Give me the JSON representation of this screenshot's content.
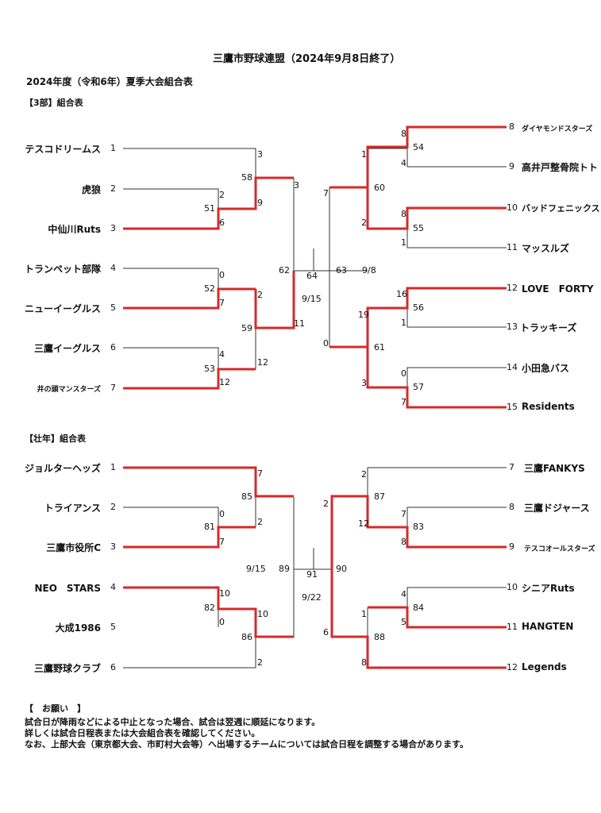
{
  "header": {
    "title": "三鷹市野球連盟（2024年9月8日終了）",
    "subtitle": "2024年度（令和6年）夏季大会組合表"
  },
  "div3": {
    "label": "【3部】組合表",
    "left_teams": [
      {
        "seed": "1",
        "name": "テスコドリームス"
      },
      {
        "seed": "2",
        "name": "虎狼"
      },
      {
        "seed": "3",
        "name": "中仙川Ruts"
      },
      {
        "seed": "4",
        "name": "トランペット部隊"
      },
      {
        "seed": "5",
        "name": "ニューイーグルス"
      },
      {
        "seed": "6",
        "name": "三鷹イーグルス"
      },
      {
        "seed": "7",
        "name": "井の頭マンスターズ"
      }
    ],
    "right_teams": [
      {
        "seed": "8",
        "name": "ダイヤモンドスターズ"
      },
      {
        "seed": "9",
        "name": "高井戸整骨院トト"
      },
      {
        "seed": "10",
        "name": "バッドフェニックス"
      },
      {
        "seed": "11",
        "name": "マッスルズ"
      },
      {
        "seed": "12",
        "name": "LOVE　FORTY"
      },
      {
        "seed": "13",
        "name": "トラッキーズ"
      },
      {
        "seed": "14",
        "name": "小田急バス"
      },
      {
        "seed": "15",
        "name": "Residents"
      }
    ],
    "games": {
      "g51": "51",
      "g52": "52",
      "g53": "53",
      "g54": "54",
      "g55": "55",
      "g56": "56",
      "g57": "57",
      "g58": "58",
      "g59": "59",
      "g60": "60",
      "g61": "61",
      "g62": "62",
      "g63": "63",
      "g64": "64"
    },
    "scores": {
      "s51a": "2",
      "s51b": "6",
      "s52a": "0",
      "s52b": "7",
      "s53a": "4",
      "s53b": "12",
      "s58a": "3",
      "s58b": "9",
      "s59a": "2",
      "s59b": "12",
      "s62a": "3",
      "s62b": "11",
      "s54a": "8",
      "s54b": "4",
      "s55a": "8",
      "s55b": "1",
      "s56a": "16",
      "s56b": "1",
      "s57a": "0",
      "s57b": "7",
      "s60a": "1",
      "s60b": "2",
      "s61a": "19",
      "s61b": "3",
      "s63a": "7",
      "s63b": "0"
    },
    "dates": {
      "d1": "9/15",
      "d2": "9/8"
    }
  },
  "senior": {
    "label": "【壮年】組合表",
    "left_teams": [
      {
        "seed": "1",
        "name": "ジョルターヘッズ"
      },
      {
        "seed": "2",
        "name": "トライアンス"
      },
      {
        "seed": "3",
        "name": "三鷹市役所C"
      },
      {
        "seed": "4",
        "name": "NEO　STARS"
      },
      {
        "seed": "5",
        "name": "大成1986"
      },
      {
        "seed": "6",
        "name": "三鷹野球クラブ"
      }
    ],
    "right_teams": [
      {
        "seed": "7",
        "name": "三鷹FANKYS"
      },
      {
        "seed": "8",
        "name": "三鷹ドジャース"
      },
      {
        "seed": "9",
        "name": "テスコオールスターズ"
      },
      {
        "seed": "10",
        "name": "シニアRuts"
      },
      {
        "seed": "11",
        "name": "HANGTEN"
      },
      {
        "seed": "12",
        "name": "Legends"
      }
    ],
    "games": {
      "g81": "81",
      "g82": "82",
      "g83": "83",
      "g84": "84",
      "g85": "85",
      "g86": "86",
      "g87": "87",
      "g88": "88",
      "g89": "89",
      "g90": "90",
      "g91": "91"
    },
    "scores": {
      "s81a": "0",
      "s81b": "7",
      "s82a": "10",
      "s82b": "0",
      "s85a": "7",
      "s85b": "2",
      "s86a": "10",
      "s86b": "2",
      "s83a": "7",
      "s83b": "8",
      "s84a": "4",
      "s84b": "5",
      "s87a": "2",
      "s87b": "12",
      "s88a": "1",
      "s88b": "8",
      "s90a": "2",
      "s90b": "6"
    },
    "dates": {
      "d1": "9/15",
      "d2": "9/22"
    }
  },
  "notice": {
    "heading": "【　お願い　】",
    "lines": [
      "試合日が降雨などによる中止となった場合、試合は翌週に順延になります。",
      "詳しくは試合日程表または大会組合表を確認してください。",
      "なお、上部大会（東京都大会、市町村大会等）へ出場するチームについては試合日程を調整する場合があります。"
    ]
  },
  "colors": {
    "winner_line": "#d42a2a",
    "line": "#333333"
  }
}
